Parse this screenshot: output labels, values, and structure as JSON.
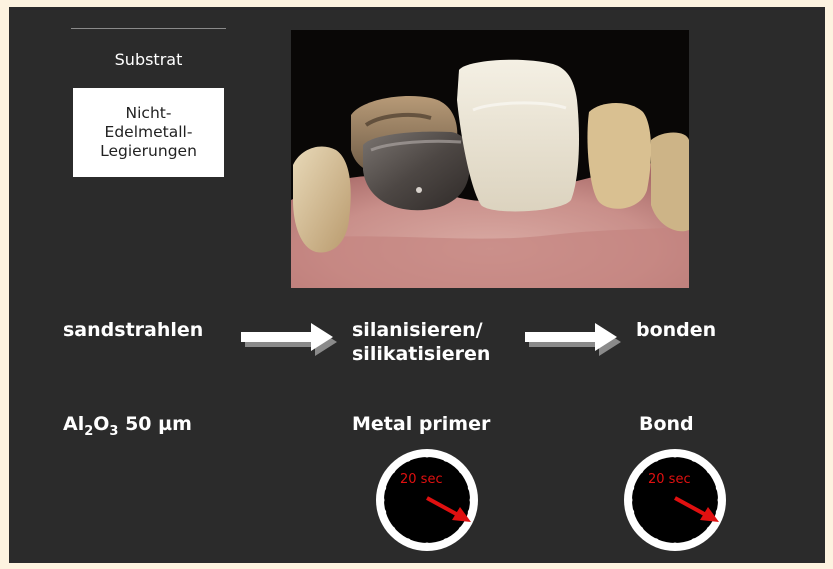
{
  "header": {
    "substrate_label": "Substrat",
    "material": "Nicht-\nEdelmetall-\nLegierungen"
  },
  "photo": {
    "alt": "dental-photo"
  },
  "steps": [
    {
      "label": "sandstrahlen"
    },
    {
      "label": "silanisieren/\nsilikatisieren"
    },
    {
      "label": "bonden"
    }
  ],
  "materials": {
    "step1": {
      "formula_al": "Al",
      "sub2": "2",
      "formula_o": "O",
      "sub3": "3",
      "rest": " 50 µm"
    },
    "step2": "Metal primer",
    "step3": "Bond"
  },
  "timers": [
    {
      "text": "20 sec",
      "color": "#e01010"
    },
    {
      "text": "20 sec",
      "color": "#e01010"
    }
  ],
  "colors": {
    "background": "#2b2b2b",
    "page": "#fdf3e0",
    "accent": "#e01010"
  }
}
